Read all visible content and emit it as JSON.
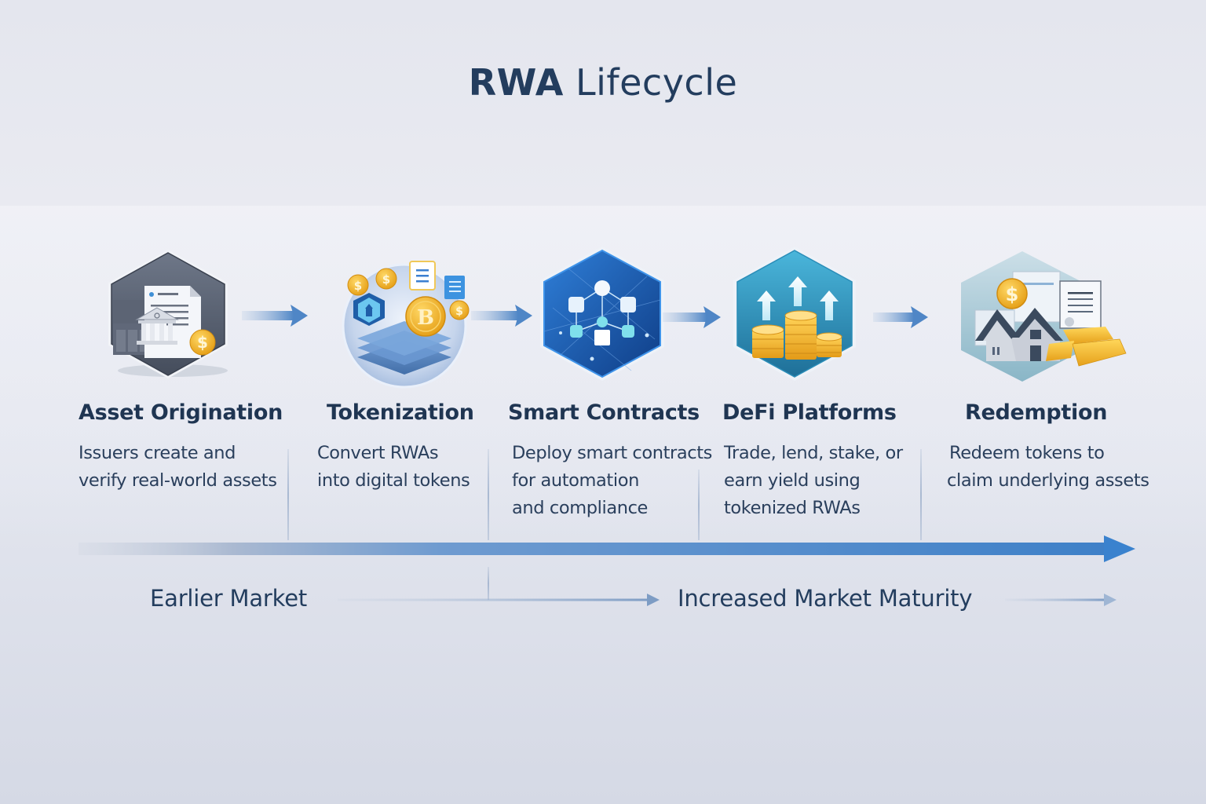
{
  "title": {
    "bold": "RWA",
    "light": "Lifecycle"
  },
  "steps": [
    {
      "title": "Asset Origination",
      "desc": [
        "Issuers create and",
        "verify real-world assets"
      ],
      "icon": "bank-document-coin-icon"
    },
    {
      "title": "Tokenization",
      "desc": [
        "Convert RWAs",
        "into digital tokens"
      ],
      "icon": "token-layers-coins-icon"
    },
    {
      "title": "Smart Contracts",
      "desc": [
        "Deploy smart contracts",
        "for automation",
        "and compliance"
      ],
      "icon": "network-nodes-icon"
    },
    {
      "title": "DeFi Platforms",
      "desc": [
        "Trade, lend, stake, or",
        "earn yield using",
        "tokenized RWAs"
      ],
      "icon": "coin-stacks-growth-icon"
    },
    {
      "title": "Redemption",
      "desc": [
        "Redeem tokens to",
        "claim underlying assets"
      ],
      "icon": "house-gold-bars-icon"
    }
  ],
  "maturity": {
    "start_label": "Earlier Market",
    "end_label": "Increased Market Maturity"
  },
  "colors": {
    "title_text": "#233d5e",
    "timeline_blue": "#3f7fc6",
    "coin_gold": "#f2b52b"
  }
}
